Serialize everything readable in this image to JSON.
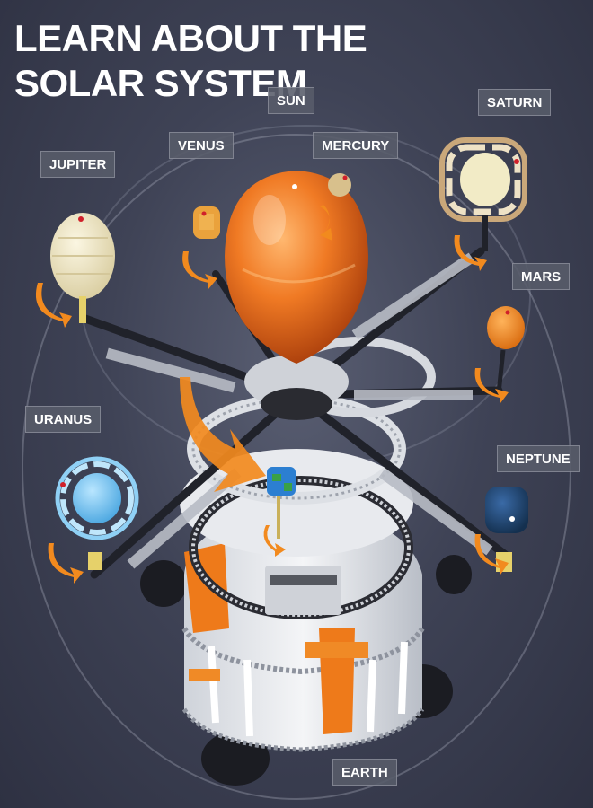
{
  "title": {
    "line1": "LEARN ABOUT THE",
    "line2": "SOLAR SYSTEM"
  },
  "labels": {
    "sun": "SUN",
    "saturn": "SATURN",
    "venus": "VENUS",
    "mercury": "MERCURY",
    "jupiter": "JUPITER",
    "mars": "MARS",
    "uranus": "URANUS",
    "neptune": "NEPTUNE",
    "earth": "EARTH"
  },
  "colors": {
    "background": "#3f4356",
    "sun": "#e8641c",
    "arrow": "#f28a1e",
    "structure_orange": "#ee7a1a",
    "neptune": "#1f4a7c",
    "uranus": "#6cc0ee",
    "jupiter": "#efe6c4",
    "mars": "#f08a1e"
  }
}
